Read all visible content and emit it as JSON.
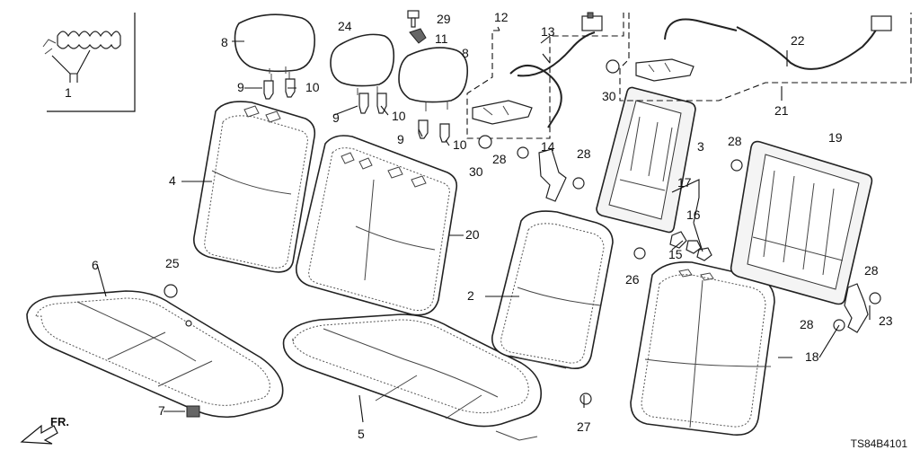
{
  "diagram_code": "TS84B4101",
  "direction_label": "FR.",
  "callouts": {
    "c1": "1",
    "c2": "2",
    "c3": "3",
    "c4": "4",
    "c5": "5",
    "c6": "6",
    "c7": "7",
    "c8a": "8",
    "c8b": "8",
    "c9a": "9",
    "c9b": "9",
    "c9c": "9",
    "c10a": "10",
    "c10b": "10",
    "c10c": "10",
    "c11": "11",
    "c12": "12",
    "c13": "13",
    "c14": "14",
    "c15": "15",
    "c16": "16",
    "c17": "17",
    "c18": "18",
    "c19": "19",
    "c20": "20",
    "c21": "21",
    "c22": "22",
    "c23": "23",
    "c24": "24",
    "c25": "25",
    "c26": "26",
    "c27": "27",
    "c28a": "28",
    "c28b": "28",
    "c28c": "28",
    "c28d": "28",
    "c28e": "28",
    "c29": "29",
    "c30a": "30",
    "c30b": "30"
  }
}
